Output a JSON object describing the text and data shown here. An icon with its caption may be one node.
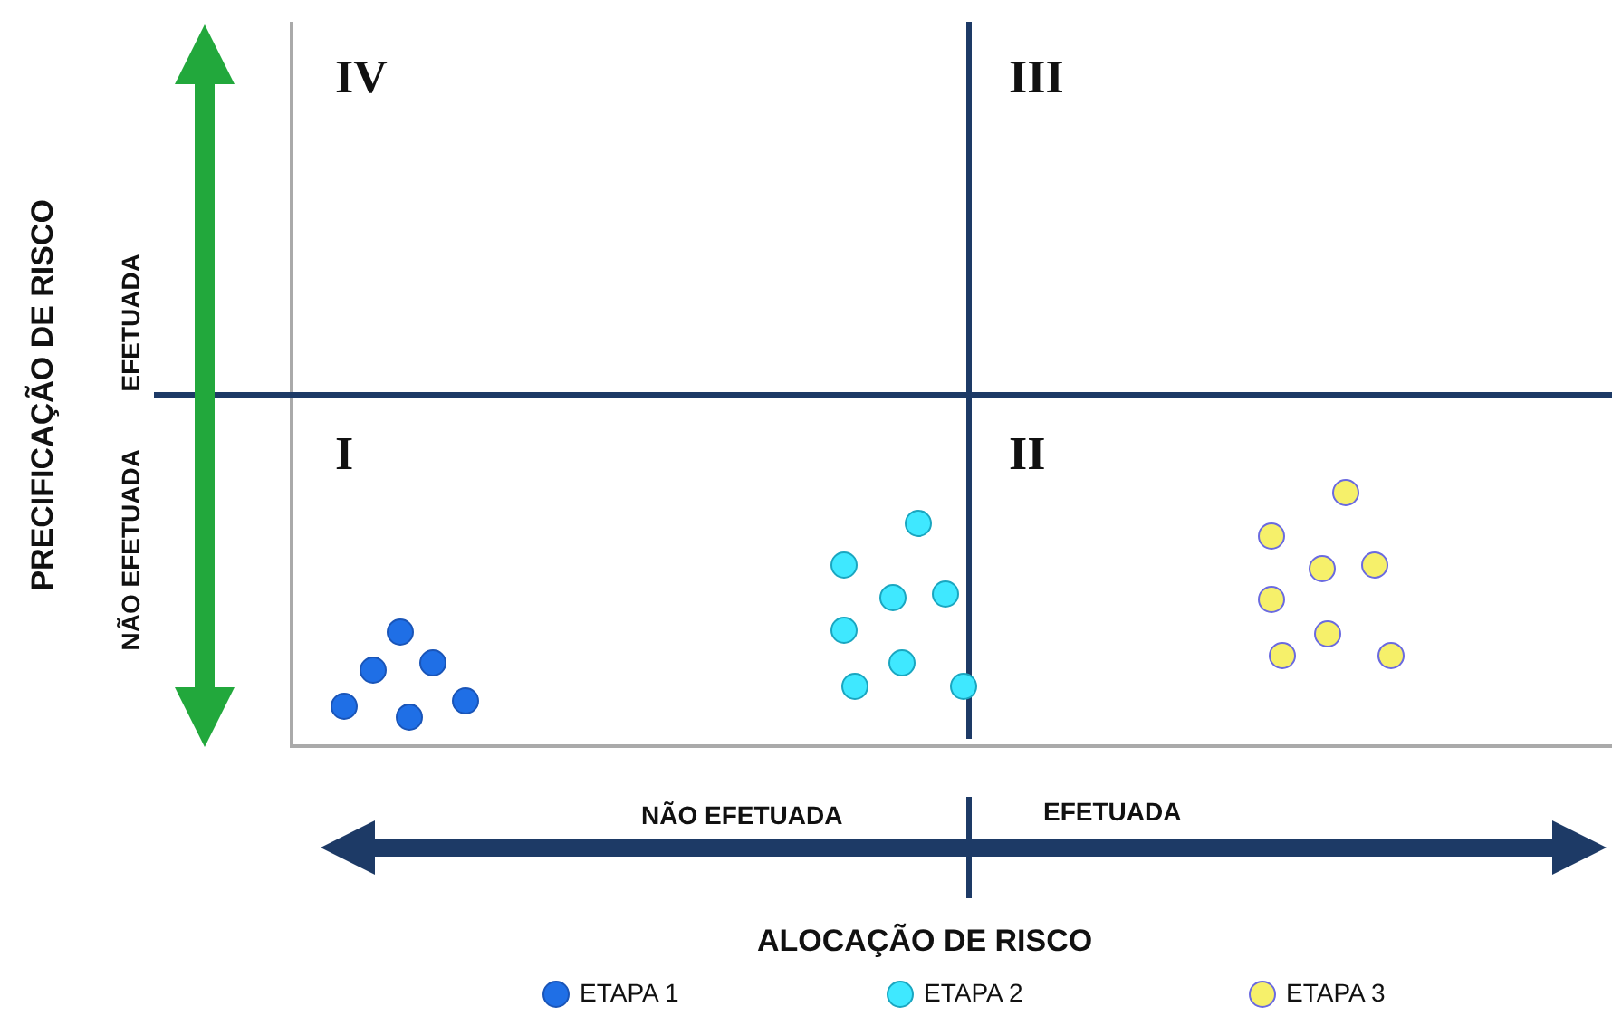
{
  "diagram": {
    "labels": [
      "IV",
      "III",
      "PRECIFICAÇÃO DE RISCO",
      "EFETUADA",
      "NÃO EFETUADA",
      "I",
      "II",
      "NÃO EFETUADA",
      "EFETUADA",
      "ALOCAÇÃO DE RISCO"
    ],
    "legend": [
      {
        "text": "ETAPA 1",
        "color": "#1f6fe6"
      },
      {
        "text": "ETAPA 2",
        "color": "#3fe8ff"
      },
      {
        "text": "ETAPA 3",
        "color": "#f6f06a"
      }
    ]
  }
}
